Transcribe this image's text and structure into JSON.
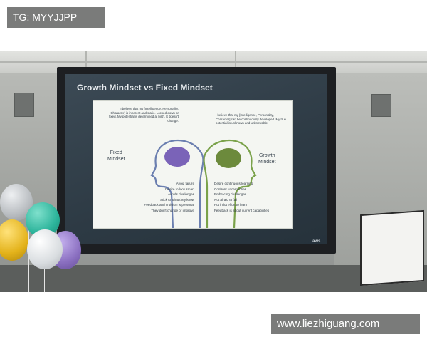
{
  "watermarks": {
    "top_left": "TG: MYYJJPP",
    "bottom_right": "www.liezhiguang.com"
  },
  "slide": {
    "title": "Growth Mindset vs Fixed Mindset",
    "fixed": {
      "label": "Fixed\nMindset",
      "quote": "I believe that my [Intelligence, Personality, Character] is inherent and static. Locked-down or fixed. My potential is determined at birth. It doesn't change.",
      "items": [
        "Avoid failure",
        "Desire to look smart",
        "Avoids challenges",
        "Stick to what they know",
        "Feedback and criticism is personal",
        "They don't change or improve"
      ]
    },
    "growth": {
      "label": "Growth\nMindset",
      "quote": "I believe that my [Intelligence, Personality, Character] can be continuously developed. My true potential is unknown and unknowable.",
      "items": [
        "Desire continuous learning",
        "Confront uncertainties",
        "Embracing challenges",
        "Not afraid to fail",
        "Put in lot effort to learn",
        "Feedback is about current capabilities"
      ]
    },
    "logo": "aws"
  },
  "colors": {
    "fixed_brain": "#7a63b8",
    "growth_brain": "#6c8a3c",
    "balloon_silver": "#b8bcc0",
    "balloon_teal": "#2bb39a",
    "balloon_yellow": "#e3b21a",
    "balloon_purple": "#8a6fc0",
    "balloon_white": "#d9dde0"
  }
}
